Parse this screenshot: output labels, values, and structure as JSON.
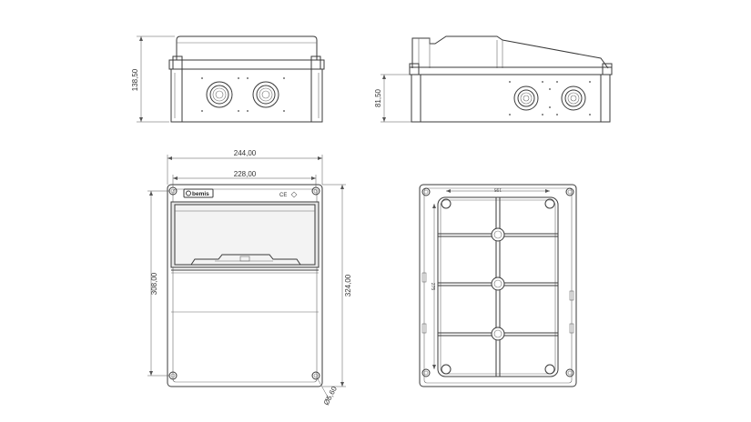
{
  "dimensions": {
    "height_side_left": "138,50",
    "height_side_right": "81,50",
    "outer_width": "244,00",
    "inner_width": "228,00",
    "inner_height": "308,00",
    "outer_height": "324,00",
    "hole_diameter": "Ø5,60"
  },
  "labels": {
    "brand": "bemis",
    "ce_mark": "CE",
    "back_width": "195",
    "back_height": "275"
  }
}
